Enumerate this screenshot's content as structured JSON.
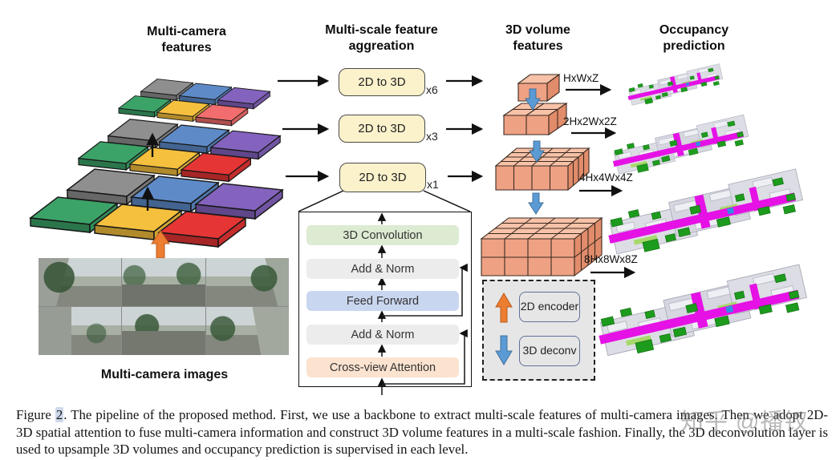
{
  "columns": {
    "features": {
      "title": "Multi-camera features"
    },
    "aggregation": {
      "title": "Multi-scale feature aggreation"
    },
    "volumes": {
      "title": "3D volume features"
    },
    "occupancy": {
      "title": "Occupancy prediction"
    }
  },
  "aggregation": {
    "blocks": [
      {
        "label": "2D to 3D",
        "mult": "x6"
      },
      {
        "label": "2D to 3D",
        "mult": "x3"
      },
      {
        "label": "2D to 3D",
        "mult": "x1"
      }
    ],
    "block_fill": "#FBF2CC",
    "detail": {
      "layers": [
        {
          "label": "3D Convolution",
          "color": "#DCEBD2"
        },
        {
          "label": "Add & Norm",
          "color": "#ECECEC"
        },
        {
          "label": "Feed Forward",
          "color": "#C9D6EF"
        },
        {
          "label": "Add & Norm",
          "color": "#ECECEC"
        },
        {
          "label": "Cross-view Attention",
          "color": "#FBE3CF"
        }
      ]
    }
  },
  "volumes": {
    "sizes": [
      "HxWxZ",
      "2Hx2Wx2Z",
      "4Hx4Wx4Z",
      "8Hx8Wx8Z"
    ],
    "cube_colors": {
      "top": "#F7C2A8",
      "front": "#EFA184",
      "side": "#E18C6B"
    }
  },
  "features": {
    "slab_colors": [
      "#3CA368",
      "#8F8F8F",
      "#F5C03E",
      "#5E8BC8",
      "#E63535",
      "#8463BE"
    ],
    "levels": 3
  },
  "occupancy": {
    "palette": {
      "structure": "#DCDDE5",
      "road": "#E511E5",
      "vegetation": "#1D9B1D",
      "terrain": "#A6D96A",
      "vehicle": "#2F8FE2"
    }
  },
  "legend": {
    "items": [
      {
        "arrow": "up",
        "color": "#ED7D31",
        "label": "2D encoder"
      },
      {
        "arrow": "down",
        "color": "#5B9BD5",
        "label": "3D deconv"
      }
    ]
  },
  "cameras": {
    "label": "Multi-camera images"
  },
  "caption": {
    "figure_word": "Figure",
    "figure_number": "2",
    "body": ". The pipeline of the proposed method. First, we use a backbone to extract multi-scale features of multi-camera images. Then we adopt 2D-3D spatial attention to fuse multi-camera information and construct 3D volume features in a multi-scale fashion. Finally, the 3D deconvolution layer is used to upsample 3D volumes and occupancy prediction is supervised in each level."
  },
  "watermark": "知乎 @播钗"
}
